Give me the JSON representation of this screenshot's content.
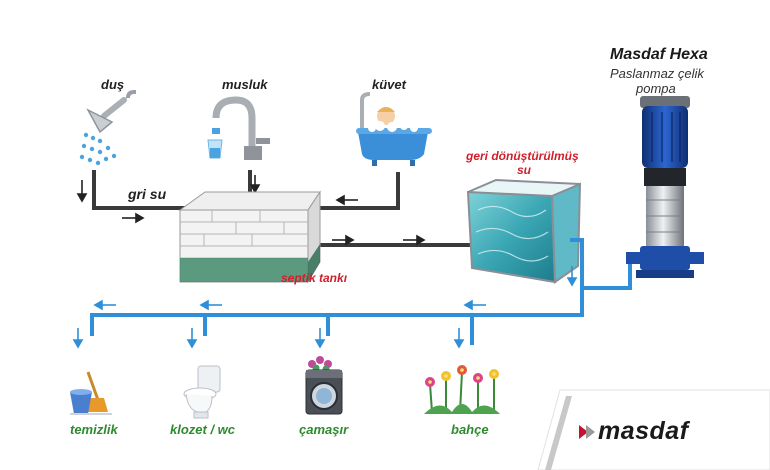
{
  "sources": {
    "shower": "duş",
    "faucet": "musluk",
    "bathtub": "küvet"
  },
  "grey_water": "gri su",
  "septic_tank": "septik tankı",
  "recycled": {
    "line1": "geri dönüştürülmüş",
    "line2": "su"
  },
  "product": {
    "title": "Masdaf Hexa",
    "line1": "Paslanmaz çelik",
    "line2": "pompa"
  },
  "uses": {
    "cleaning": "temizlik",
    "toilet": "klozet / wc",
    "laundry": "çamaşır",
    "garden": "bahçe"
  },
  "brand": "masdaf",
  "colors": {
    "grey_pipe": "#3a3a3a",
    "blue_pipe": "#2f8fd8",
    "accent_red": "#d01f2a",
    "green_text": "#2e8a2e",
    "pump_blue": "#1f4ea8"
  }
}
